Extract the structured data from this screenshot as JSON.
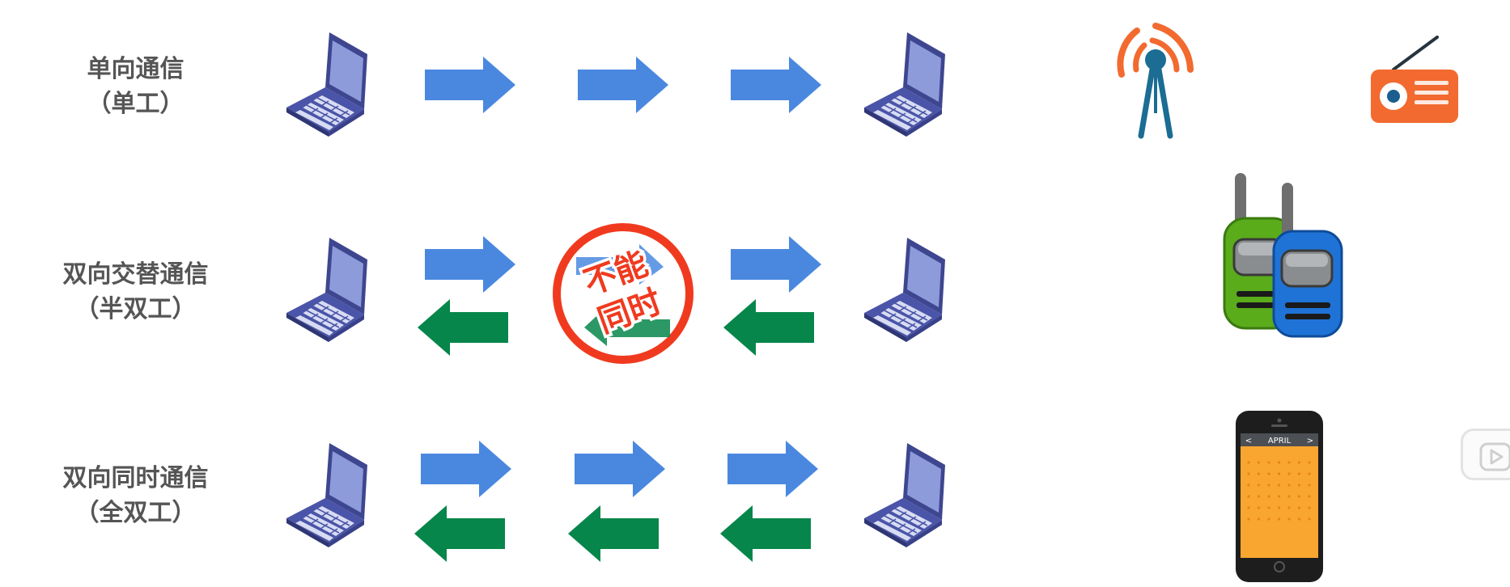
{
  "rows": [
    {
      "title": "单向通信",
      "subtitle": "（单工）"
    },
    {
      "title": "双向交替通信",
      "subtitle": "（半双工）"
    },
    {
      "title": "双向同时通信",
      "subtitle": "（全双工）"
    }
  ],
  "stamp": {
    "line1": "不能",
    "line2": "同时"
  },
  "phone": {
    "month": "APRIL",
    "prev": "<",
    "next": ">"
  },
  "colors": {
    "forward_arrow": "#4a88e0",
    "backward_arrow": "#06864a",
    "laptop": "#4a54a8",
    "stamp_ring": "#f03a1f",
    "tower": "#f26a2f",
    "radio": "#f26a2f",
    "walkie_green": "#5aac1a",
    "walkie_blue": "#1f73d6",
    "phone_screen": "#f8a62f"
  },
  "icons": [
    "laptop-icon",
    "arrow-right-icon",
    "arrow-left-icon",
    "no-simultaneous-stamp",
    "radio-tower-icon",
    "radio-icon",
    "walkie-talkie-icon",
    "smartphone-icon",
    "play-icon"
  ]
}
